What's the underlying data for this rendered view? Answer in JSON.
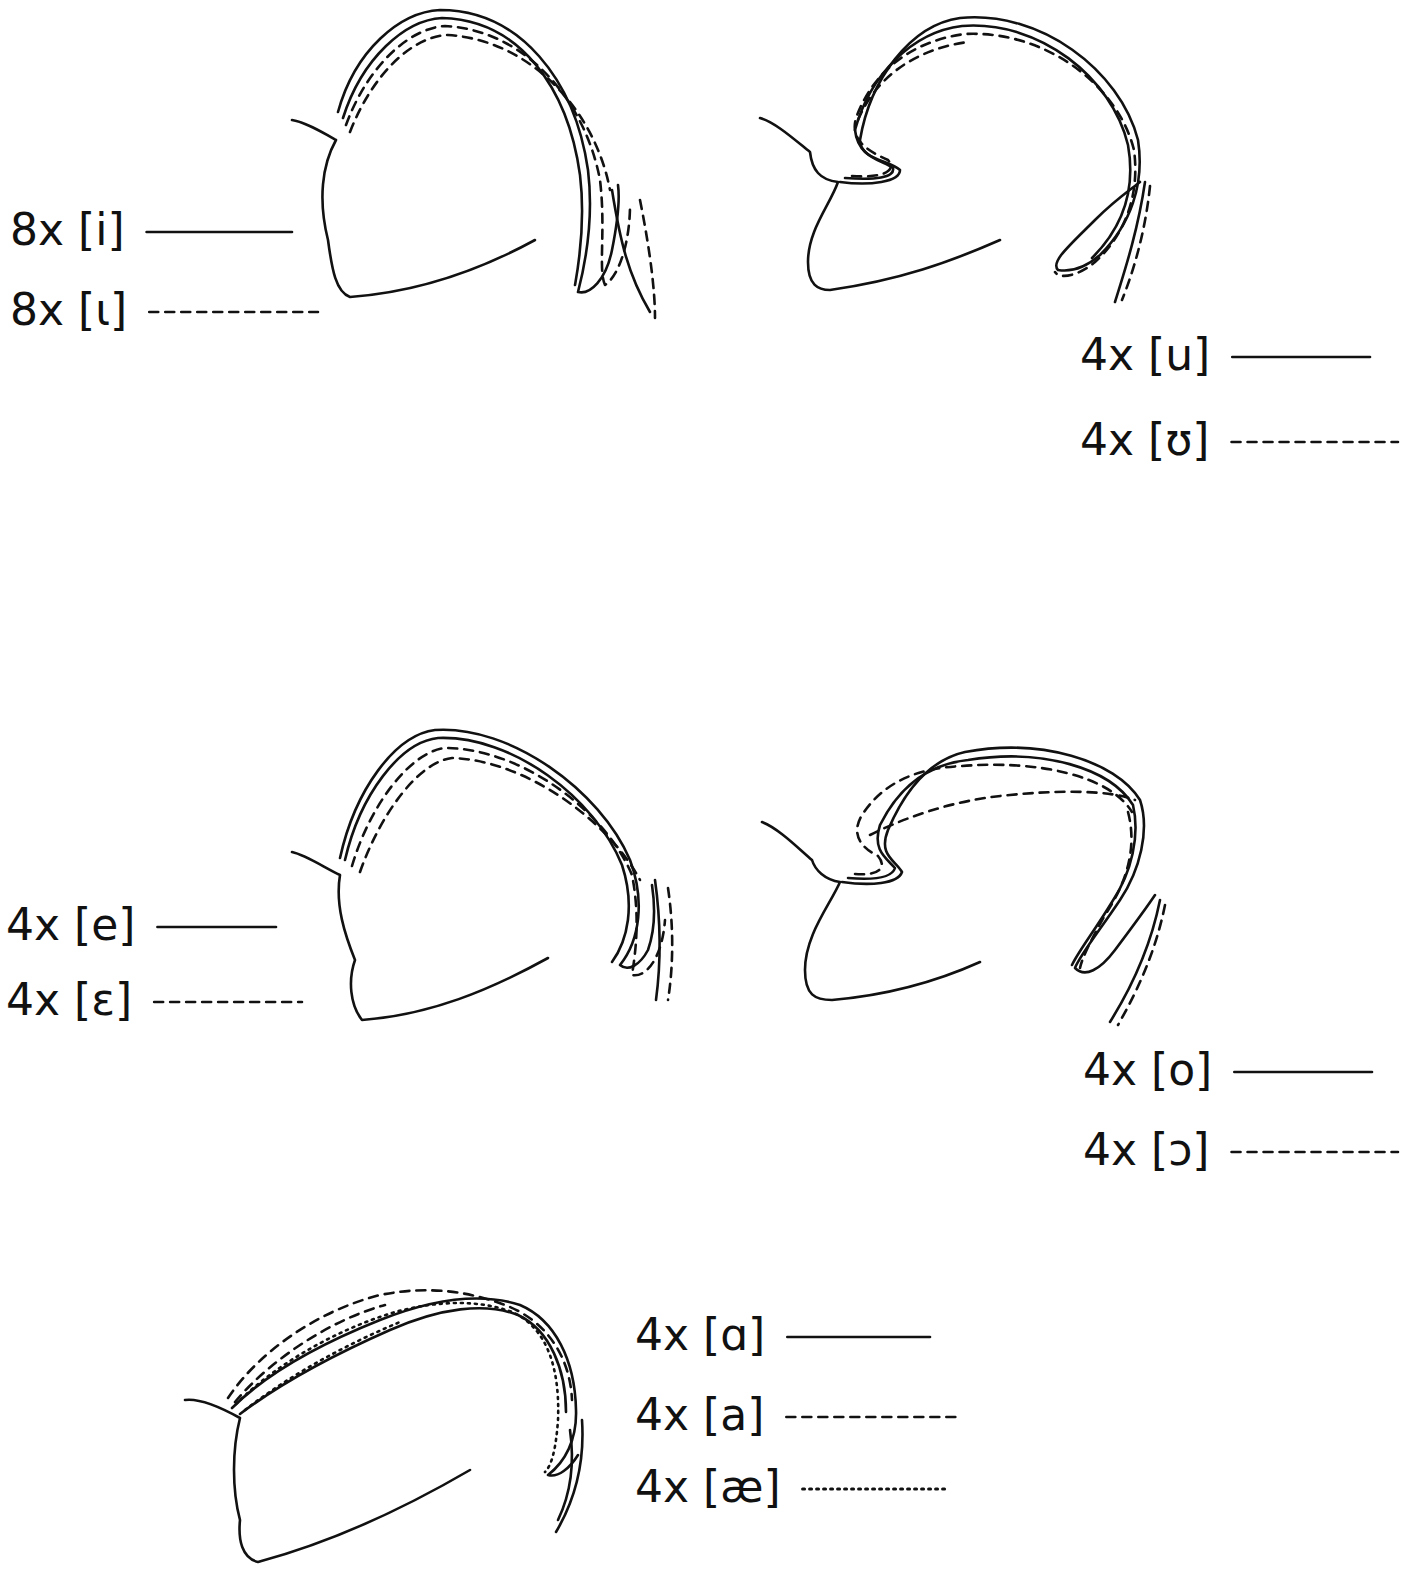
{
  "diagram": {
    "legend": [
      {
        "text": "8x [i]"
      },
      {
        "text": "8x [ɩ]"
      },
      {
        "text": "4x [u]"
      },
      {
        "text": "4x [ʊ]"
      },
      {
        "text": "4x [e]"
      },
      {
        "text": "4x [ɛ]"
      },
      {
        "text": "4x [o]"
      },
      {
        "text": "4x [ɔ]"
      },
      {
        "text": "4x [ɑ]"
      },
      {
        "text": "4x [a]"
      },
      {
        "text": "4x [æ]"
      }
    ]
  }
}
